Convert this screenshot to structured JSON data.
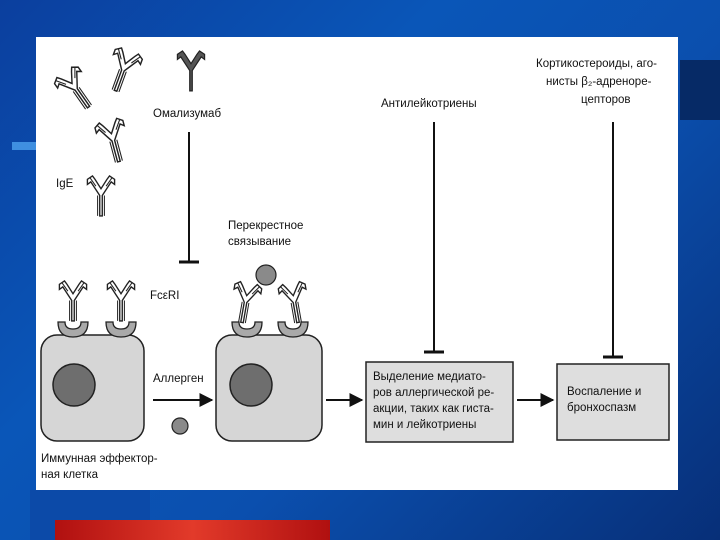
{
  "labels": {
    "omalizumab": "Омализумаб",
    "ige": "IgE",
    "fceri": "FcεRI",
    "crosslink_1": "Перекрестное",
    "crosslink_2": "связывание",
    "antileuk": "Антилейкотриены",
    "cortico_1": "Кортикостероиды, аго-",
    "cortico_2": "нисты β₂-адреноре-",
    "cortico_3": "цепторов",
    "allergen": "Аллерген",
    "cell_1": "Иммунная эффектор-",
    "cell_2": "ная клетка",
    "release_1": "Выделение медиато-",
    "release_2": "ров аллергической ре-",
    "release_3": "акции, таких как гиста-",
    "release_4": "мин и лейкотриены",
    "inflam_1": "Воспаление и",
    "inflam_2": "бронхоспазм"
  },
  "colors": {
    "panel": "#ffffff",
    "cell": "#d6d6d6",
    "nucleus": "#6e6e6e",
    "receptor": "#a9a9a9",
    "box": "#dedede"
  }
}
